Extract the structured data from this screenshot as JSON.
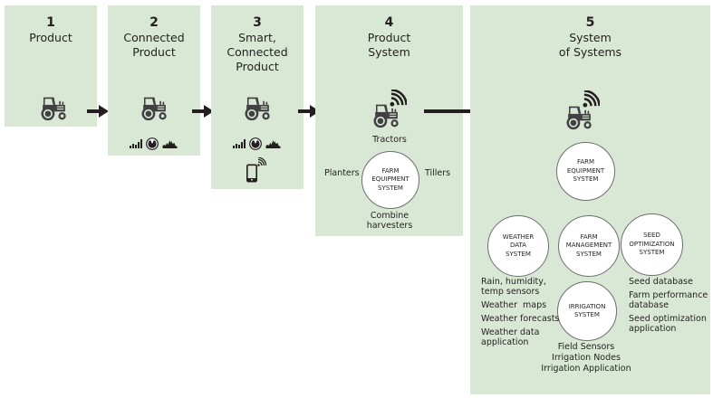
{
  "stages": [
    {
      "number": "1",
      "title_lines": [
        "Product"
      ]
    },
    {
      "number": "2",
      "title_lines": [
        "Connected",
        "Product"
      ]
    },
    {
      "number": "3",
      "title_lines": [
        "Smart,",
        "Connected",
        "Product"
      ]
    },
    {
      "number": "4",
      "title_lines": [
        "Product",
        "System"
      ]
    },
    {
      "number": "5",
      "title_lines": [
        "System",
        "of Systems"
      ]
    }
  ],
  "icons": {
    "tractor": "tractor-icon",
    "signal_bars": "signal-bars-icon",
    "gauge": "gauge-icon",
    "chart": "chart-icon",
    "phone": "smartphone-icon",
    "wifi": "wireless-signal-icon"
  },
  "stage4": {
    "circle_lines": [
      "FARM",
      "EQUIPMENT",
      "SYSTEM"
    ],
    "top": "Tractors",
    "left": "Planters",
    "right": "Tillers",
    "bottom_lines": [
      "Combine",
      "harvesters"
    ]
  },
  "stage5": {
    "farm_equipment": [
      "FARM",
      "EQUIPMENT",
      "SYSTEM"
    ],
    "weather": [
      "WEATHER",
      "DATA",
      "SYSTEM"
    ],
    "farm_management": [
      "FARM",
      "MANAGEMENT",
      "SYSTEM"
    ],
    "seed": [
      "SEED",
      "OPTIMIZATION",
      "SYSTEM"
    ],
    "irrigation": [
      "IRRIGATION",
      "SYSTEM"
    ],
    "weather_items": [
      [
        "Rain, humidity,",
        "temp sensors"
      ],
      [
        "Weather  maps"
      ],
      [
        "Weather forecasts"
      ],
      [
        "Weather data",
        "application"
      ]
    ],
    "seed_items": [
      [
        "Seed database"
      ],
      [
        "Farm performance",
        "database"
      ],
      [
        "Seed optimization",
        "application"
      ]
    ],
    "irrigation_items": [
      "Field Sensors",
      "Irrigation Nodes",
      "Irrigation Application"
    ]
  },
  "colors": {
    "box_fill": "#d9e8d4",
    "ink": "#231f20",
    "icon": "#414042"
  }
}
